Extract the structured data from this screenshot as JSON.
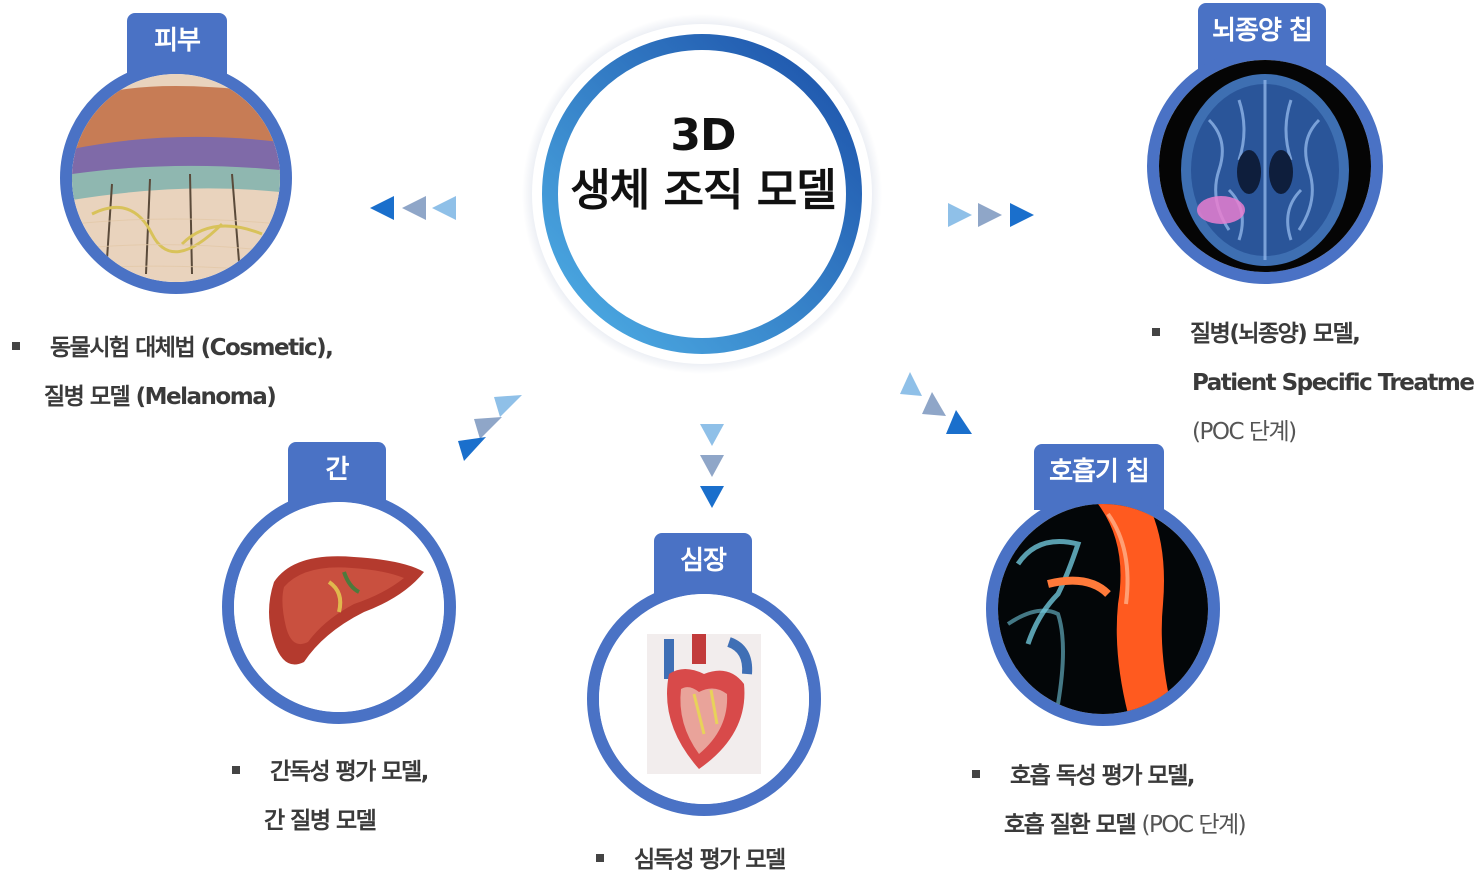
{
  "center": {
    "line1": "3D",
    "line2": "생체 조직 모델"
  },
  "nodes": {
    "skin": {
      "tab": "피부",
      "desc_line1": "동물시험 대체법 (Cosmetic),",
      "desc_line2": "질병 모델 (Melanoma)"
    },
    "brain": {
      "tab": "뇌종양 칩",
      "desc_line1": "질병(뇌종양) 모델,",
      "desc_line2": "Patient Specific Treatment",
      "desc_line3": "(POC 단계)"
    },
    "liver": {
      "tab": "간",
      "desc_line1": "간독성 평가 모델,",
      "desc_line2": "간 질병 모델"
    },
    "heart": {
      "tab": "심장",
      "desc_line1": "심독성 평가 모델"
    },
    "respiratory": {
      "tab": "호흡기 칩",
      "desc_line1": "호흡 독성 평가 모델,",
      "desc_line2_bold": "호흡 질환 모델",
      "desc_line2_light": "(POC 단계)"
    }
  },
  "colors": {
    "accent": "#4a72c5",
    "arrow_dark": "#1a6fcc",
    "arrow_mid": "#8fa6c8",
    "arrow_light": "#8fc0e8"
  },
  "icons": [
    "skin-illustration",
    "brain-mri-image",
    "liver-illustration",
    "heart-illustration",
    "airway-xray-image"
  ]
}
